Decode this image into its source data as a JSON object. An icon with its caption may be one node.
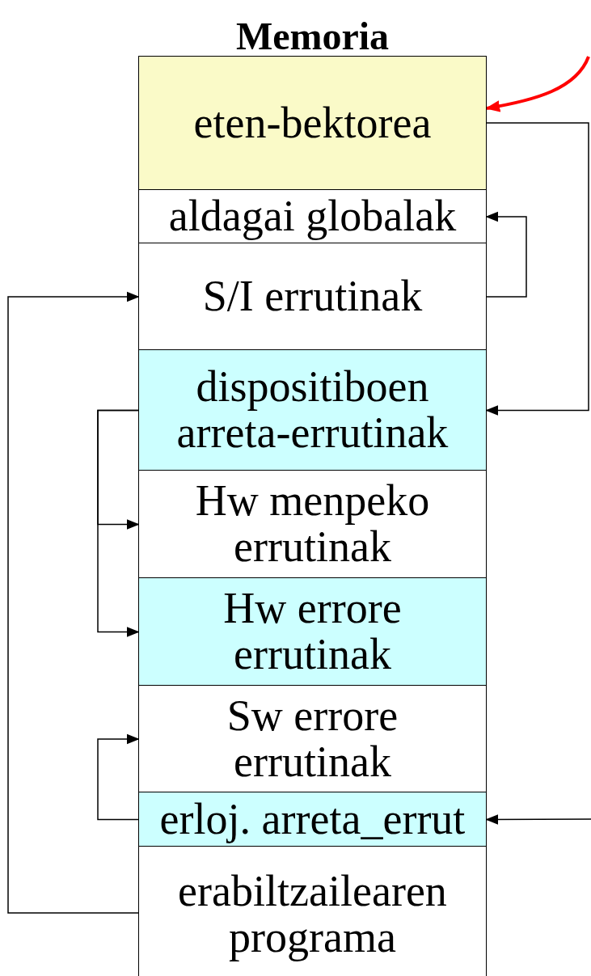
{
  "diagram": {
    "title": "Memoria",
    "nodes": [
      {
        "text": [
          "eten-bektorea"
        ]
      },
      {
        "text": [
          "aldagai globalak"
        ]
      },
      {
        "text": [
          "S/I errutinak"
        ]
      },
      {
        "text": [
          "dispositiboen arreta-errutinak"
        ]
      },
      {
        "text": [
          "Hw menpeko errutinak"
        ]
      },
      {
        "text": [
          "Hw errore errutinak"
        ]
      },
      {
        "text": [
          "Sw errore errutinak"
        ]
      },
      {
        "text": [
          "erloj. arreta_errut"
        ]
      },
      {
        "text": [
          "erabiltzailearen programa"
        ]
      }
    ],
    "edges": [
      {
        "from": null,
        "to": 0,
        "arrow": "to",
        "style": "thick",
        "color": "#ff0000"
      },
      {
        "from": 0,
        "to": 3,
        "arrow": "to"
      },
      {
        "from": 2,
        "to": 1,
        "arrow": "to"
      },
      {
        "from": 3,
        "to": 4,
        "arrow": "to"
      },
      {
        "from": 3,
        "to": 5,
        "arrow": "to"
      },
      {
        "from": 7,
        "to": 6,
        "arrow": "to"
      },
      {
        "from": null,
        "to": 7,
        "arrow": "to"
      },
      {
        "from": 8,
        "to": 2,
        "arrow": "to"
      }
    ]
  }
}
